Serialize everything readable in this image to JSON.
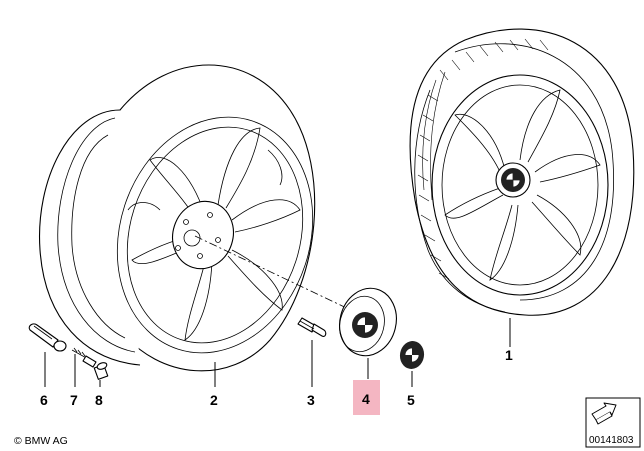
{
  "diagram": {
    "callouts": [
      {
        "id": "1",
        "label": "1",
        "highlighted": false
      },
      {
        "id": "2",
        "label": "2",
        "highlighted": false
      },
      {
        "id": "3",
        "label": "3",
        "highlighted": false
      },
      {
        "id": "4",
        "label": "4",
        "highlighted": true
      },
      {
        "id": "5",
        "label": "5",
        "highlighted": false
      },
      {
        "id": "6",
        "label": "6",
        "highlighted": false
      },
      {
        "id": "7",
        "label": "7",
        "highlighted": false
      },
      {
        "id": "8",
        "label": "8",
        "highlighted": false
      }
    ],
    "copyright": "© BMW AG",
    "image_number": "00141803",
    "highlight_color": "#f4b6c2"
  }
}
